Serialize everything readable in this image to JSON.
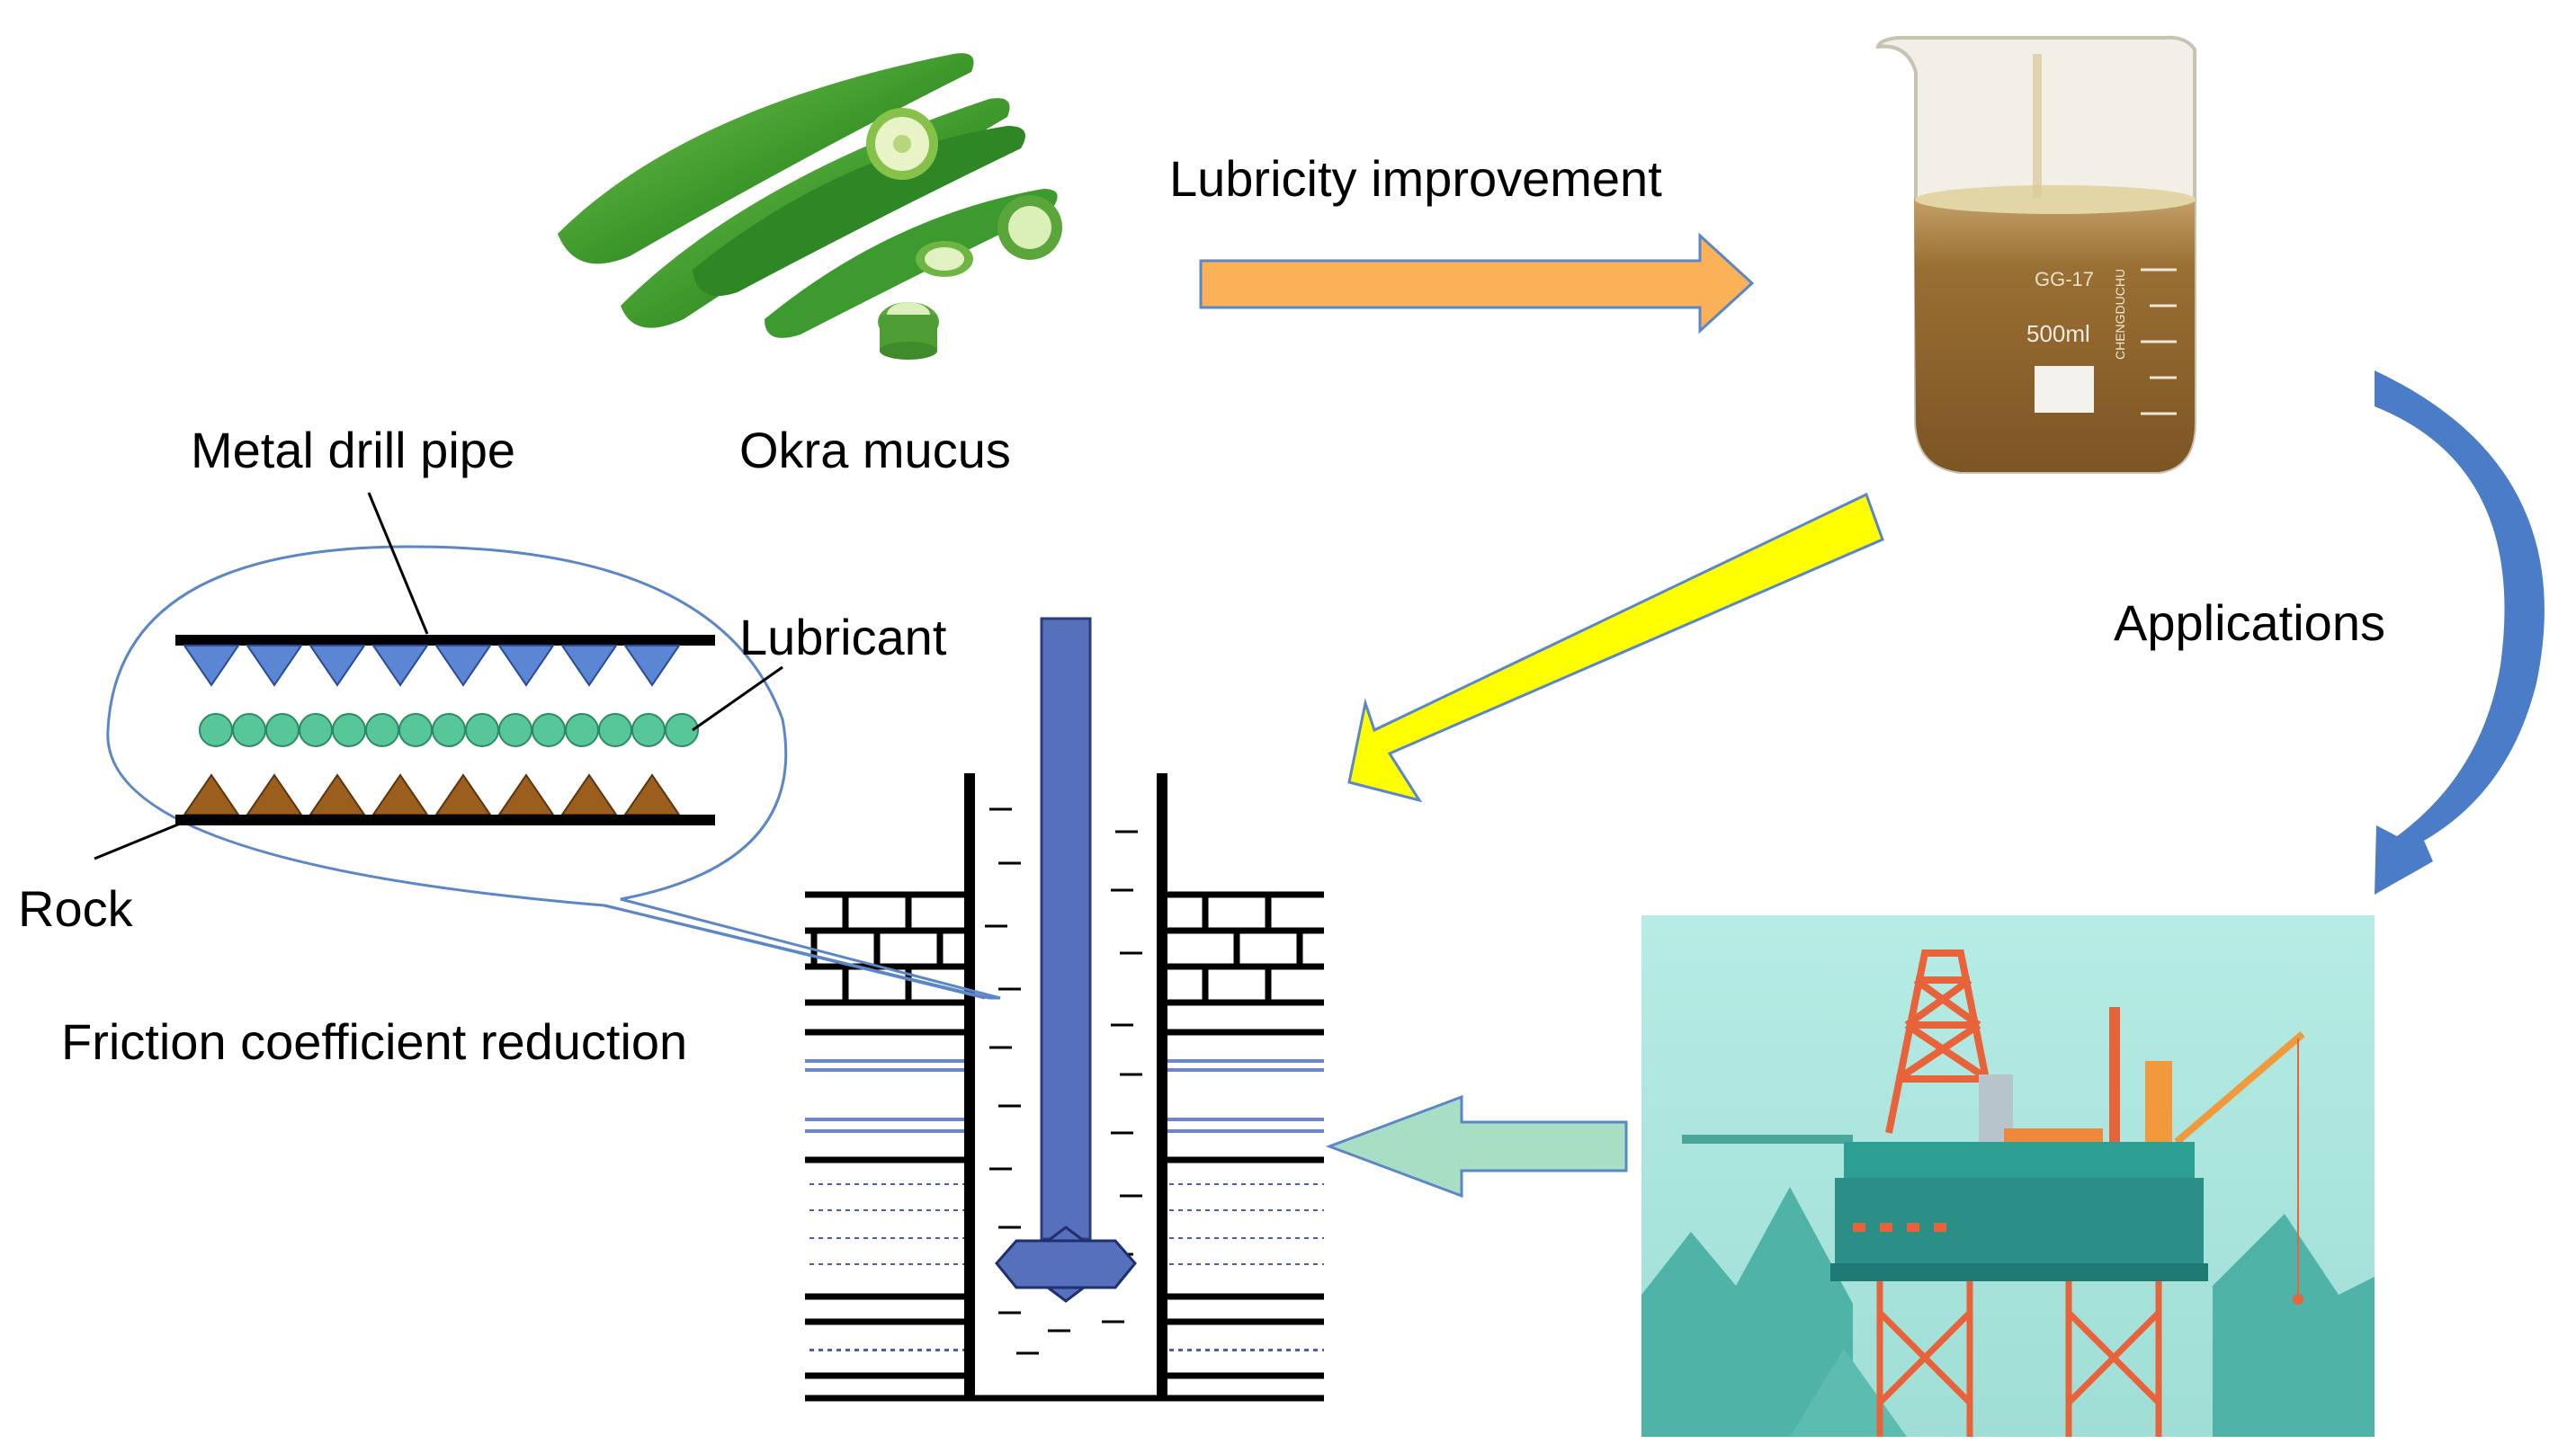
{
  "labels": {
    "lubricity": "Lubricity improvement",
    "okra": "Okra mucus",
    "metal_pipe": "Metal drill pipe",
    "lubricant": "Lubricant",
    "rock": "Rock",
    "friction": "Friction coefficient reduction",
    "applications": "Applications"
  },
  "beaker": {
    "brand": "GG-17",
    "volume": "500ml",
    "maker": "CHENGDUCHU"
  },
  "colors": {
    "arrow_orange": "#fbb157",
    "arrow_yellow": "#ffff00",
    "arrow_blue": "#4a7cc8",
    "arrow_green": "#a8dfc4",
    "pipe_blue": "#5670bb",
    "rock_brown": "#9c5e1d",
    "bead_green": "#57c79a",
    "sea_teal": "#a9e5de"
  },
  "icons": [
    "okra-image",
    "beaker-image",
    "oil-rig-image"
  ]
}
